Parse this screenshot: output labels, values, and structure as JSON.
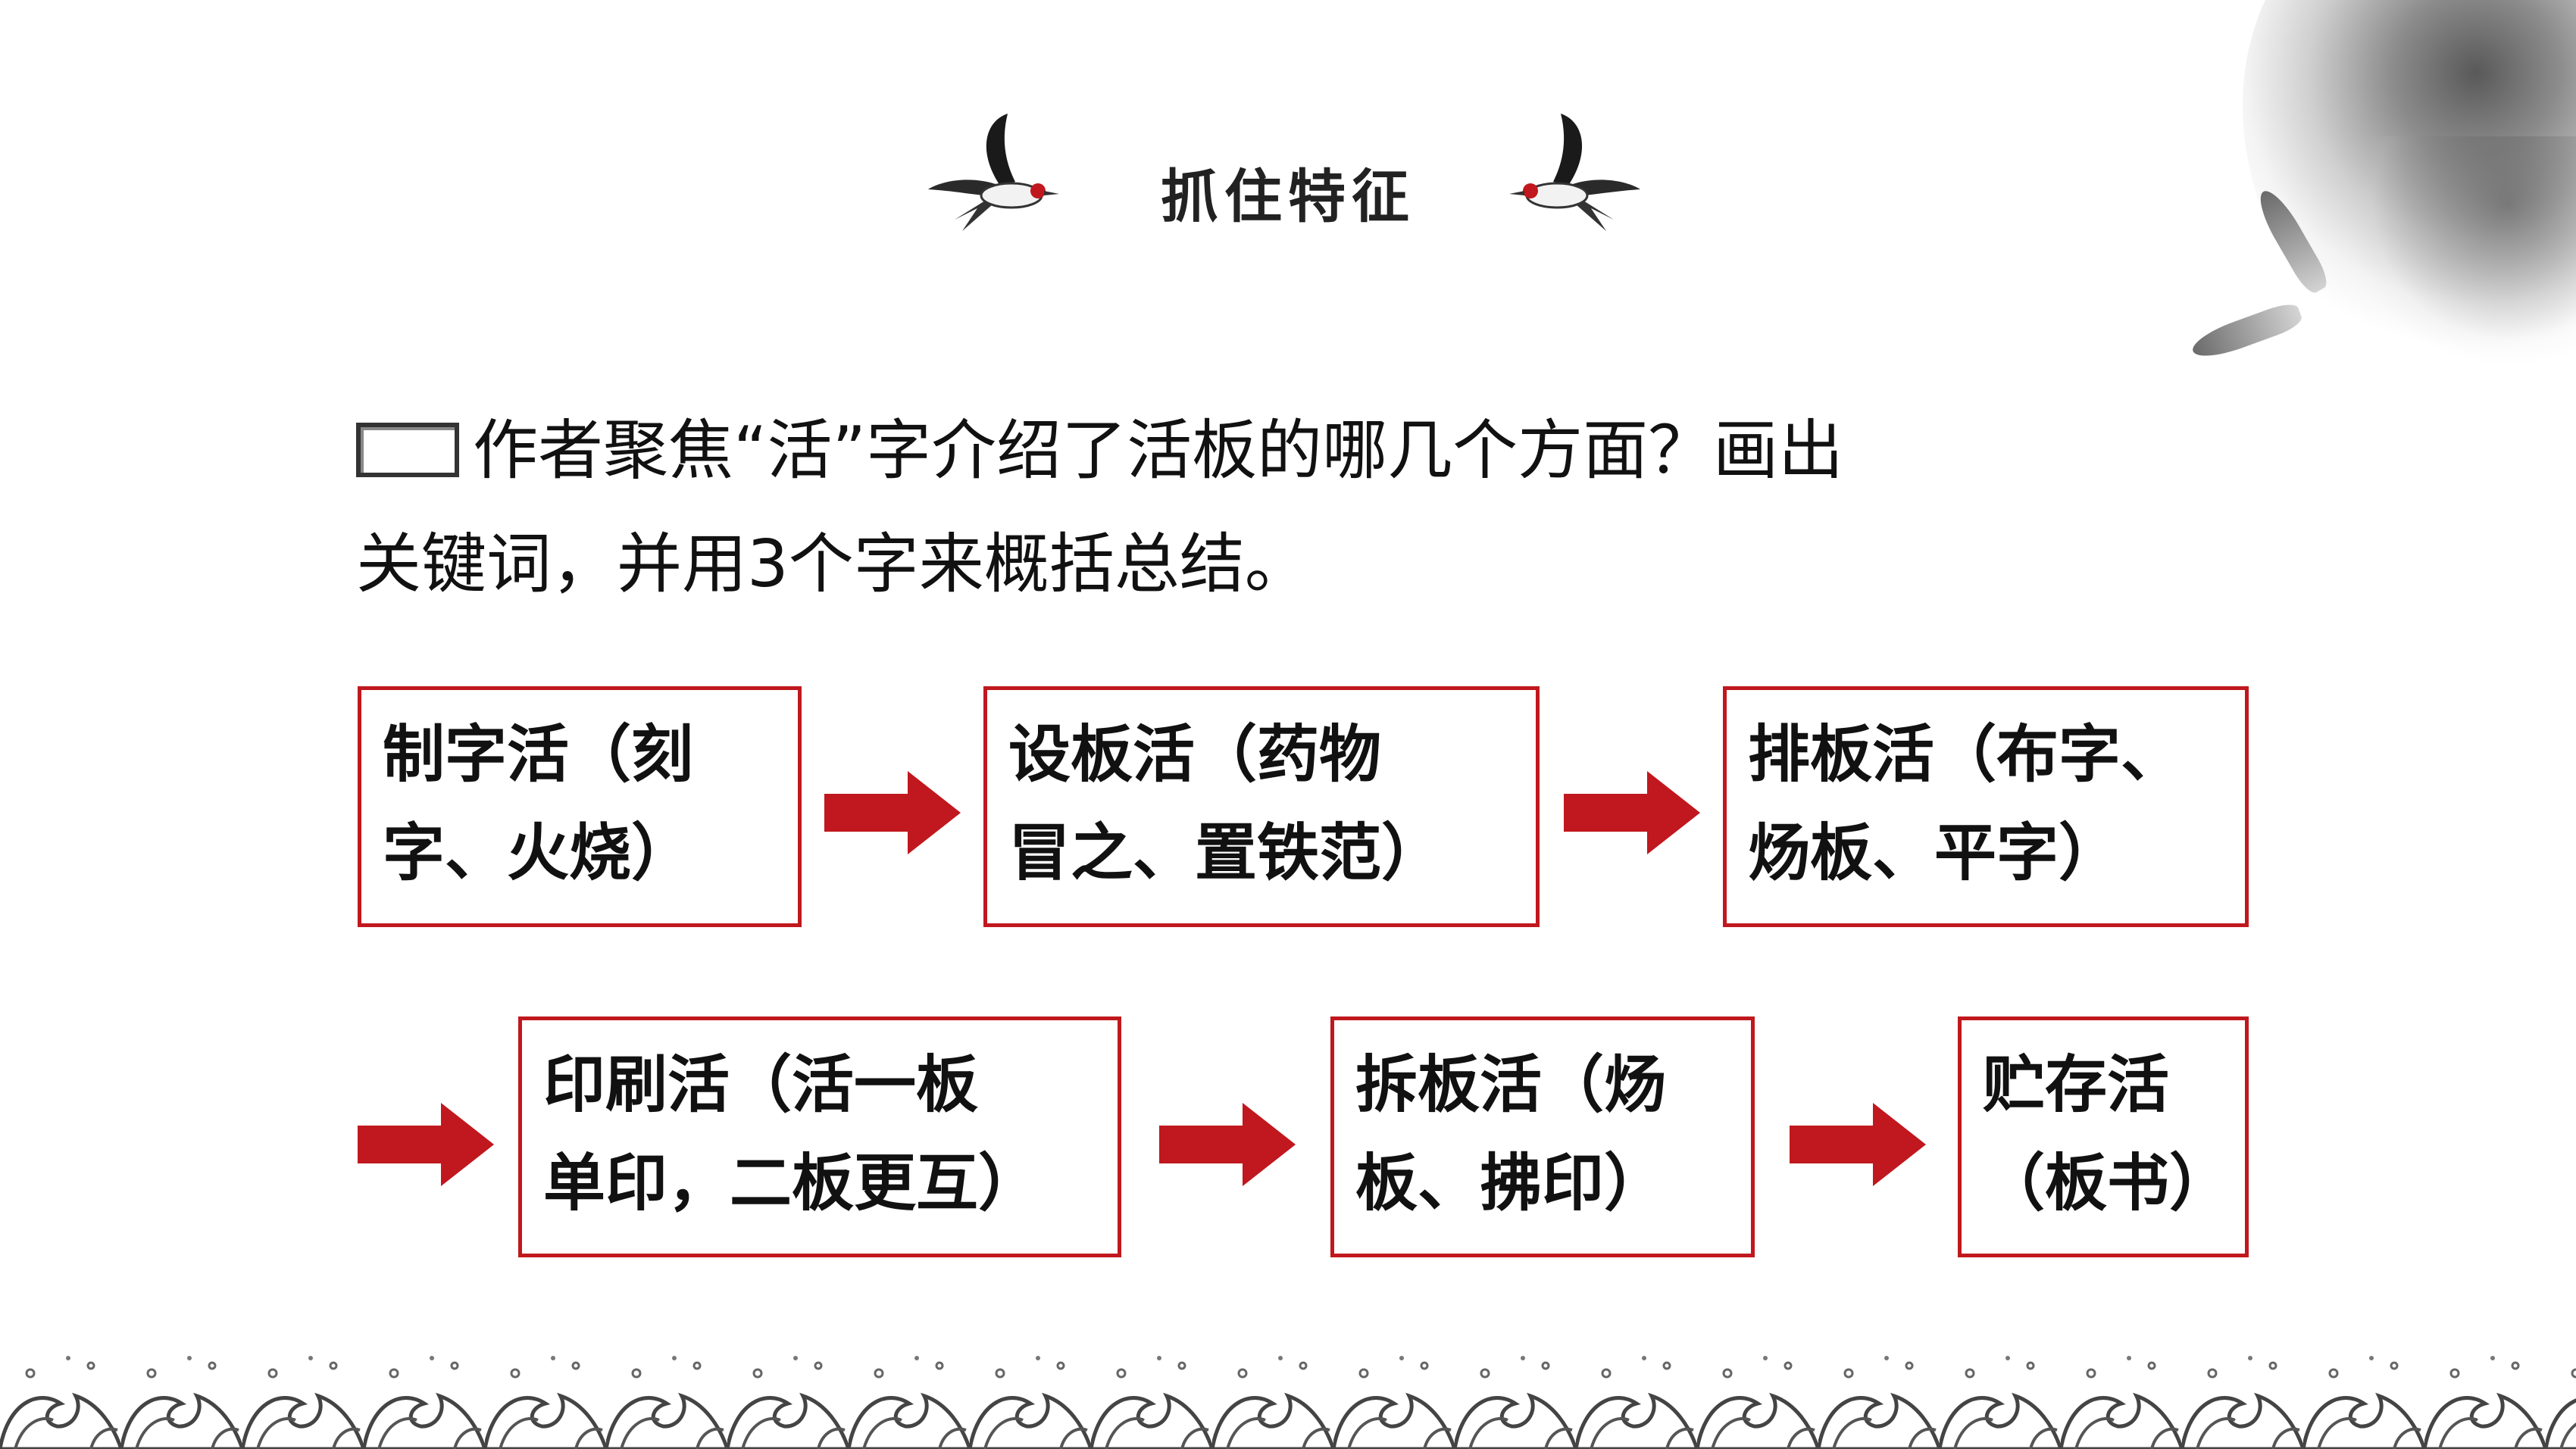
{
  "title": "抓住特征",
  "question": {
    "line1": "作者聚焦“活”字介绍了活板的哪几个方面？画出",
    "line2": "关键词，并用3个字来概括总结。"
  },
  "steps": [
    {
      "line1": "制字活（刻",
      "line2": "字、火烧）"
    },
    {
      "line1": "设板活（药物",
      "line2": "冒之、置铁范）"
    },
    {
      "line1": "排板活（布字、",
      "line2": "炀板、平字）"
    },
    {
      "line1": "印刷活（活一板",
      "line2": "单印，二板更互）"
    },
    {
      "line1": "拆板活（炀",
      "line2": "板、拂印）"
    },
    {
      "line1": "贮存活",
      "line2": "（板书）"
    }
  ],
  "colors": {
    "accent": "#c0181e",
    "text": "#111111",
    "ink": "#555555"
  },
  "icons": {
    "bird": "swallow-icon",
    "arrow": "right-arrow-icon",
    "question": "scroll-frame-icon"
  }
}
